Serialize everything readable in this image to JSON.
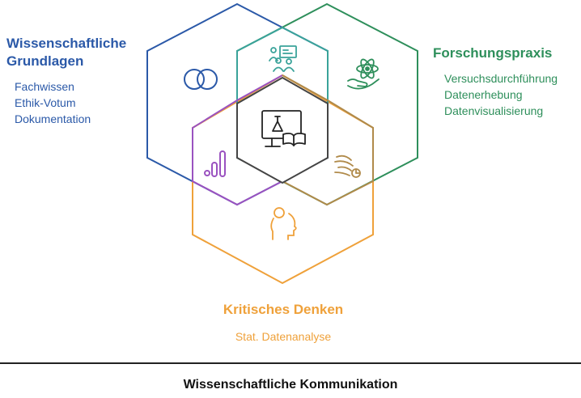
{
  "colors": {
    "blue": "#2b59a8",
    "teal": "#3aa39a",
    "green": "#2e8f5b",
    "purple": "#9a52c0",
    "orange": "#efa13a",
    "bronze": "#b08a4a",
    "center": "#444444",
    "footer": "#111111"
  },
  "left_block": {
    "title_line1": "Wissenschaftliche",
    "title_line2": "Grundlagen",
    "items": [
      "Fachwissen",
      "Ethik-Votum",
      "Dokumentation"
    ]
  },
  "right_block": {
    "title": "Forschungspraxis",
    "items": [
      "Versuchsdurchführung",
      "Datenerhebung",
      "Datenvisualisierung"
    ]
  },
  "bottom_block": {
    "title": "Kritisches Denken",
    "items": [
      "Stat. Datenanalyse"
    ]
  },
  "footer": {
    "title": "Wissenschaftliche Kommunikation"
  },
  "icons": [
    "intersecting-rings-icon",
    "teaching-group-icon",
    "atom-hand-icon",
    "bar-chart-icon",
    "data-waves-icon",
    "thinking-head-icon",
    "lab-screen-book-icon"
  ]
}
